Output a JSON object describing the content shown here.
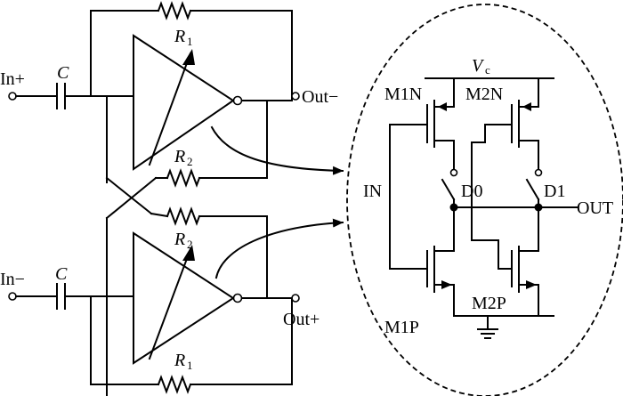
{
  "labels": {
    "in_plus": "In+",
    "in_minus": "In−",
    "out_minus": "Out−",
    "out_plus": "Out+",
    "cap_top": "C",
    "cap_bottom": "C",
    "r1_top": "R",
    "r1_top_sub": "1",
    "r2_upper": "R",
    "r2_upper_sub": "2",
    "r2_lower": "R",
    "r2_lower_sub": "2",
    "r1_bottom": "R",
    "r1_bottom_sub": "1",
    "vc": "V",
    "vc_sub": "c",
    "m1n": "M1N",
    "m2n": "M2N",
    "m1p": "M1P",
    "m2p": "M2P",
    "in": "IN",
    "d0": "D0",
    "d1": "D1",
    "out": "OUT"
  }
}
